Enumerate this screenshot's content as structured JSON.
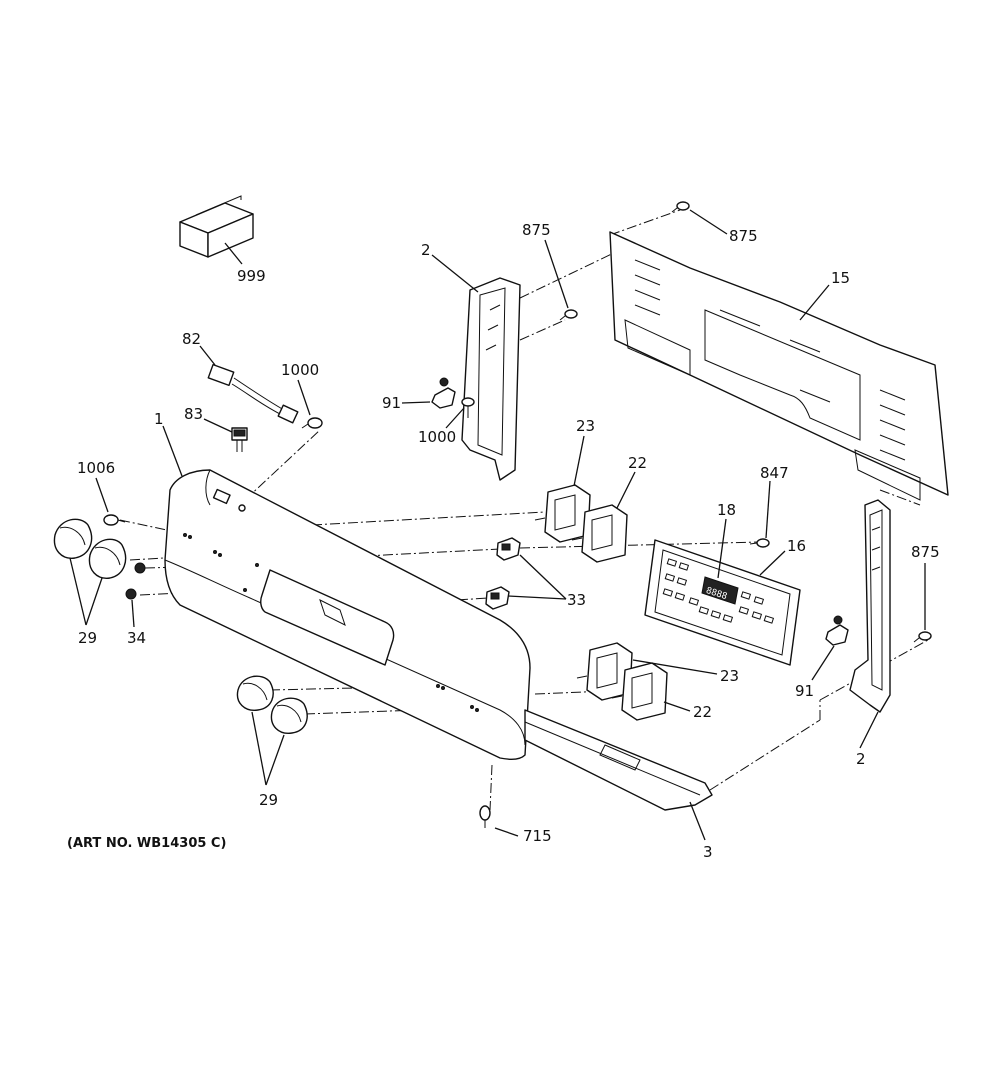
{
  "diagram": {
    "art_number": "(ART NO. WB14305 C)",
    "callouts": [
      {
        "id": "c999",
        "text": "999"
      },
      {
        "id": "c82",
        "text": "82"
      },
      {
        "id": "c1000a",
        "text": "1000"
      },
      {
        "id": "c83",
        "text": "83"
      },
      {
        "id": "c1",
        "text": "1"
      },
      {
        "id": "c1006",
        "text": "1006"
      },
      {
        "id": "c29a",
        "text": "29"
      },
      {
        "id": "c34",
        "text": "34"
      },
      {
        "id": "c29b",
        "text": "29"
      },
      {
        "id": "c2a",
        "text": "2"
      },
      {
        "id": "c91a",
        "text": "91"
      },
      {
        "id": "c1000b",
        "text": "1000"
      },
      {
        "id": "c875a",
        "text": "875"
      },
      {
        "id": "c875b",
        "text": "875"
      },
      {
        "id": "c15",
        "text": "15"
      },
      {
        "id": "c23a",
        "text": "23"
      },
      {
        "id": "c22a",
        "text": "22"
      },
      {
        "id": "c33",
        "text": "33"
      },
      {
        "id": "c847",
        "text": "847"
      },
      {
        "id": "c18",
        "text": "18"
      },
      {
        "id": "c16",
        "text": "16"
      },
      {
        "id": "c875c",
        "text": "875"
      },
      {
        "id": "c91b",
        "text": "91"
      },
      {
        "id": "c2b",
        "text": "2"
      },
      {
        "id": "c23b",
        "text": "23"
      },
      {
        "id": "c22b",
        "text": "22"
      },
      {
        "id": "c715",
        "text": "715"
      },
      {
        "id": "c3",
        "text": "3"
      }
    ],
    "display_readout": "8888"
  }
}
